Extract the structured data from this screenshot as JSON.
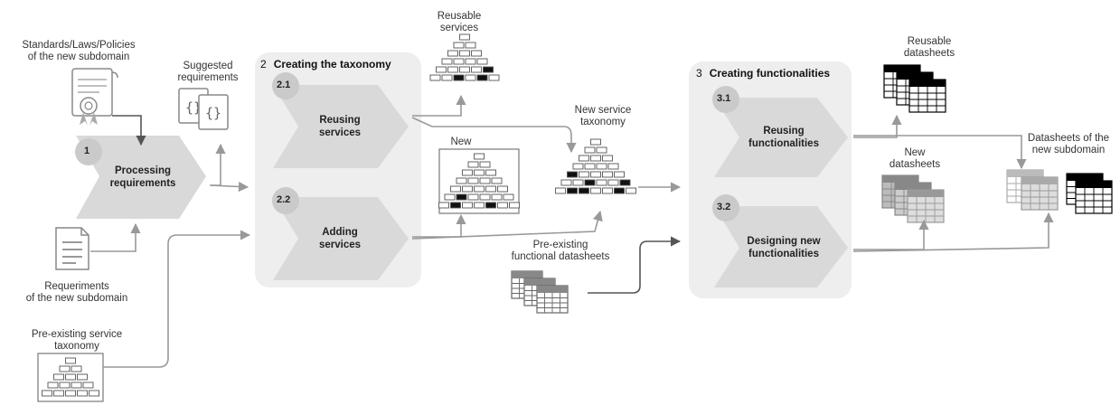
{
  "inputs": {
    "standards_label": "Standards/Laws/Policies\nof the new subdomain",
    "suggested_label": "Suggested\nrequirements",
    "requirements_label": "Requeriments\nof the new subdomain",
    "preexisting_taxonomy_label": "Pre-existing service\ntaxonomy",
    "preexisting_datasheets_label": "Pre-existing\nfunctional datasheets"
  },
  "step1": {
    "number": "1",
    "label": "Processing\nrequirements"
  },
  "group2": {
    "number": "2",
    "title": "Creating the taxonomy",
    "step21": {
      "number": "2.1",
      "label": "Reusing\nservices"
    },
    "step22": {
      "number": "2.2",
      "label": "Adding\nservices"
    }
  },
  "middle": {
    "reusable_services_label": "Reusable\nservices",
    "new_label": "New",
    "new_taxonomy_label": "New service\ntaxonomy"
  },
  "group3": {
    "number": "3",
    "title": "Creating functionalities",
    "step31": {
      "number": "3.1",
      "label": "Reusing\nfunctionalities"
    },
    "step32": {
      "number": "3.2",
      "label": "Designing new\nfunctionalities"
    }
  },
  "outputs": {
    "reusable_datasheets_label": "Reusable\ndatasheets",
    "new_datasheets_label": "New\ndatasheets",
    "subdomain_datasheets_label": "Datasheets of the\nnew subdomain"
  }
}
